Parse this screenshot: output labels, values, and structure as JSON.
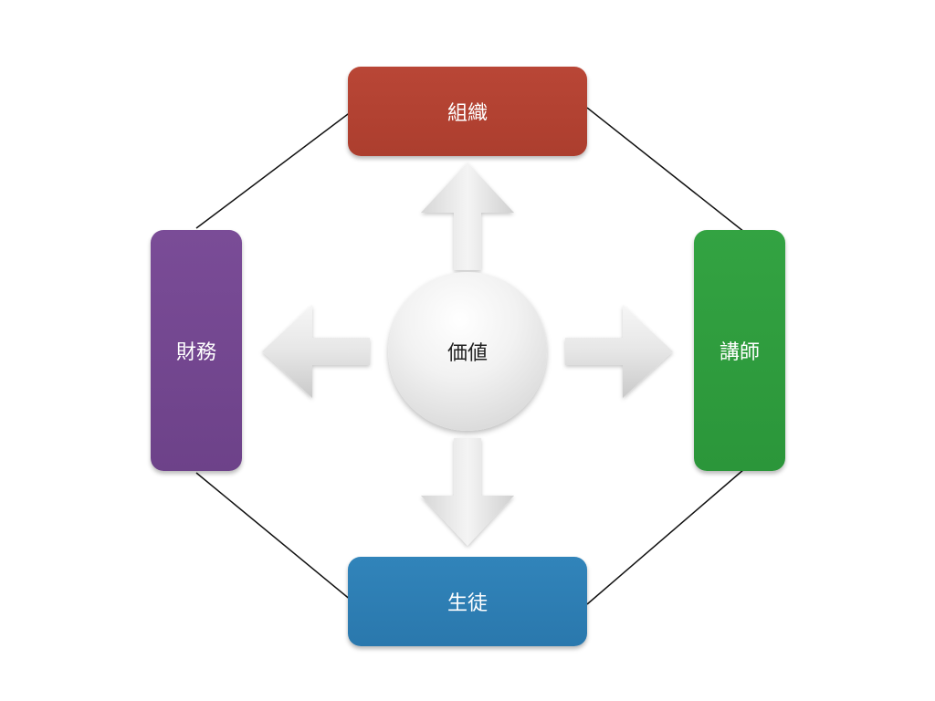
{
  "diagram": {
    "center": {
      "label": "価値"
    },
    "nodes": {
      "top": {
        "label": "組織",
        "color": "#b04232"
      },
      "right": {
        "label": "講師",
        "color": "#2e9c3e"
      },
      "bottom": {
        "label": "生徒",
        "color": "#2d7eb4"
      },
      "left": {
        "label": "財務",
        "color": "#744791"
      }
    },
    "arrow_color": "#e2e2e2",
    "line_color": "#111111"
  }
}
